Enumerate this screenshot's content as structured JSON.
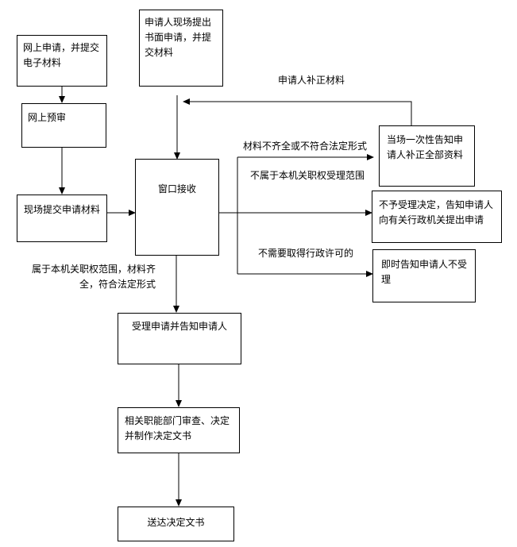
{
  "nodes": {
    "online_apply": "网上申请，并提交电子材料",
    "onsite_written": "申请人现场提出书面申请，并提交材料",
    "online_precheck": "网上预审",
    "onsite_submit": "现场提交申请材料",
    "window_accept": "窗口接收",
    "notify_once": "当场一次性告知申请人补正全部资料",
    "reject_refer": "不予受理决定，告知申请人向有关行政机关提出申请",
    "notify_no_accept": "即时告知申请人不受理",
    "accept_notify": "受理申请并告知申请人",
    "review_decide": "相关职能部门审查、决定并制作决定文书",
    "deliver": "送达决定文书"
  },
  "edge_labels": {
    "supplement": "申请人补正材料",
    "incomplete": "材料不齐全或不符合法定形式",
    "out_of_scope": "不属于本机关职权受理范围",
    "no_permit_needed": "不需要取得行政许可的",
    "in_scope_complete": "属于本机关职权范围，材料齐全，符合法定形式"
  }
}
